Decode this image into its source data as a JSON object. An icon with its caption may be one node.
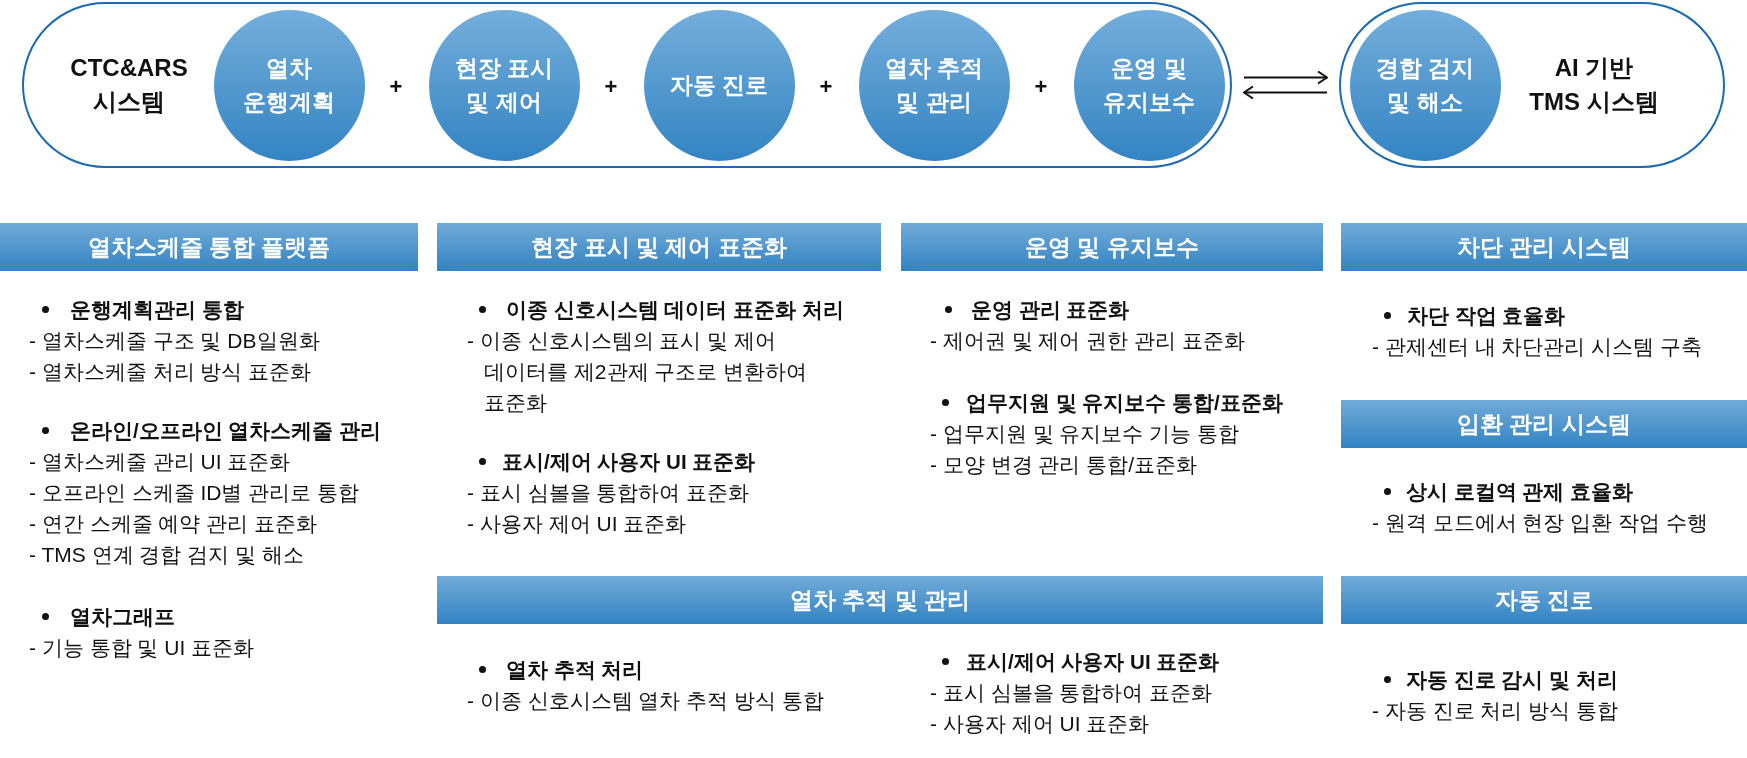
{
  "diagram": {
    "nodes": [
      {
        "text": [
          "CTC&ARS 시스템"
        ]
      },
      {
        "text": [
          "열차 운행계획"
        ],
        "in": 0
      },
      {
        "text": [
          "현장 표시 및 제어"
        ],
        "in": 0
      },
      {
        "text": [
          "자동 진로"
        ],
        "in": 0
      },
      {
        "text": [
          "열차 추적 및 관리"
        ],
        "in": 0
      },
      {
        "text": [
          "운영 및 유지보수"
        ],
        "in": 0
      },
      {
        "text": [
          "AI 기반 TMS 시스템"
        ]
      },
      {
        "text": [
          "경합 검지 및 해소"
        ],
        "in": 6
      },
      {
        "text": [
          "열차스케줄 통합 플랫폼"
        ],
        "beside": [
          "운행계획관리 통합",
          "- 열차스케줄 구조 및 DB일원화",
          "- 열차스케줄 처리 방식 표준화",
          "온라인/오프라인 열차스케줄 관리",
          "- 열차스케줄 관리 UI 표준화",
          "- 오프라인 스케줄 ID별 관리로 통합",
          "- 연간 스케줄 예약 관리 표준화",
          "- TMS 연계 경합 검지 및 해소",
          "열차그래프",
          "- 기능 통합 및 UI 표준화"
        ]
      },
      {
        "text": [
          "현장 표시 및 제어 표준화"
        ],
        "beside": [
          "이종 신호시스템 데이터 표준화 처리",
          "- 이종 신호시스템의 표시 및 제어 데이터를 제2관제 구조로 변환하여 표준화",
          "표시/제어 사용자 UI 표준화",
          "- 표시 심볼을 통합하여 표준화",
          "- 사용자 제어 UI 표준화"
        ]
      },
      {
        "text": [
          "운영 및 유지보수"
        ],
        "beside": [
          "운영 관리 표준화",
          "- 제어권 및 제어 권한 관리 표준화",
          "업무지원 및 유지보수 통합/표준화",
          "- 업무지원 및 유지보수 기능 통합",
          "- 모양 변경 관리 통합/표준화"
        ]
      },
      {
        "text": [
          "차단 관리 시스템"
        ],
        "beside": [
          "차단 작업 효율화",
          "- 관제센터 내 차단관리 시스템 구축"
        ]
      },
      {
        "text": [
          "입환 관리 시스템"
        ],
        "beside": [
          "상시 로컬역 관제 효율화",
          "- 원격 모드에서 현장 입환 작업 수행"
        ]
      },
      {
        "text": [
          "열차 추적 및 관리"
        ],
        "beside": [
          "열차 추적 처리",
          "- 이종 신호시스템 열차 추적 방식 통합",
          "표시/제어 사용자 UI 표준화",
          "- 표시 심볼을 통합하여 표준화",
          "- 사용자 제어 UI 표준화"
        ]
      },
      {
        "text": [
          "자동 진로"
        ],
        "beside": [
          "자동 진로 감시 및 처리",
          "- 자동 진로 처리 방식 통합"
        ]
      }
    ],
    "edges": [
      {
        "from": 0,
        "to": 6,
        "arrow": "to"
      },
      {
        "from": 6,
        "to": 0,
        "arrow": "to"
      }
    ],
    "labels": [
      "+",
      "+",
      "+",
      "+"
    ]
  }
}
